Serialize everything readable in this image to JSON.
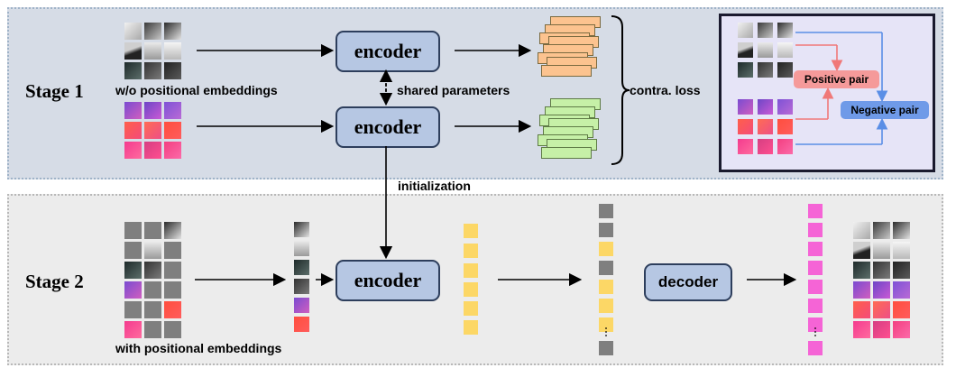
{
  "stage1": {
    "label": "Stage 1",
    "caption_wo": "w/o positional embeddings",
    "shared": "shared  parameters",
    "contra": "contra. loss",
    "encoder_label": "encoder",
    "positive": "Positive pair",
    "negative": "Negative pair"
  },
  "link": {
    "initialization": "initialization"
  },
  "stage2": {
    "label": "Stage 2",
    "caption_with": "with positional embeddings",
    "encoder_label": "encoder",
    "decoder_label": "decoder"
  },
  "colors": {
    "stage1_bg": "#d6dce6",
    "stage2_bg": "#ececec",
    "encoder_fill": "#b6c7e3",
    "feature_orange": "#fcc38f",
    "feature_green": "#c6f0a7",
    "token_yellow": "#fcd766",
    "token_gray": "#7f7f7f",
    "token_pink": "#f564d6",
    "positive_pair": "#f59a9a",
    "negative_pair": "#6f9ae8"
  }
}
